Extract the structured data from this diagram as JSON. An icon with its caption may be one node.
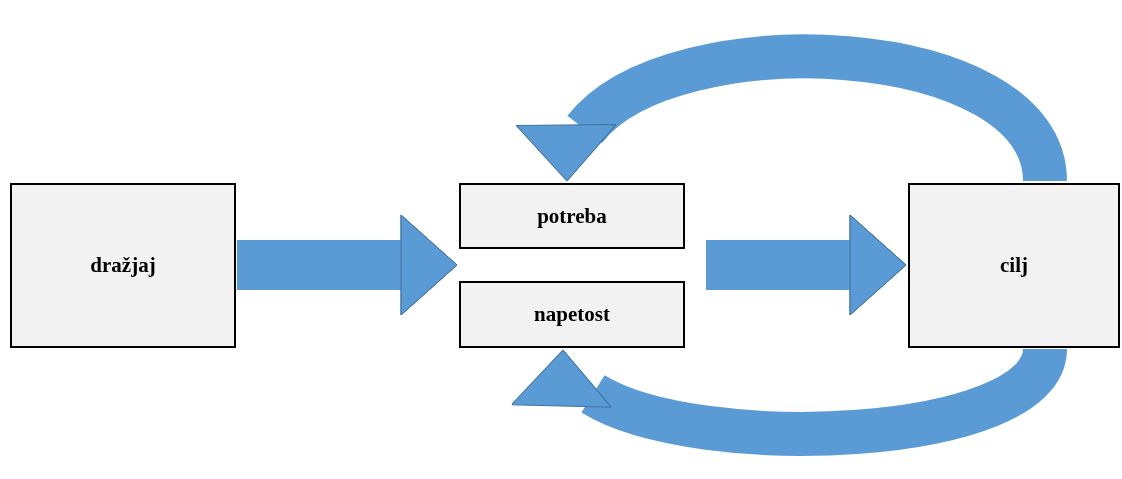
{
  "diagram": {
    "nodes": [
      {
        "text": [
          "dražjaj"
        ]
      },
      {
        "text": [
          "potreba"
        ]
      },
      {
        "text": [
          "napetost"
        ]
      },
      {
        "text": [
          "cilj"
        ]
      }
    ],
    "edges": [
      {
        "from": 0,
        "to": 1,
        "arrow": "to"
      },
      {
        "from": 0,
        "to": 2,
        "arrow": "to"
      },
      {
        "from": 1,
        "to": 3,
        "arrow": "to"
      },
      {
        "from": 2,
        "to": 3,
        "arrow": "to"
      },
      {
        "from": 3,
        "to": 1,
        "arrow": "to"
      },
      {
        "from": 3,
        "to": 2,
        "arrow": "to"
      }
    ]
  }
}
